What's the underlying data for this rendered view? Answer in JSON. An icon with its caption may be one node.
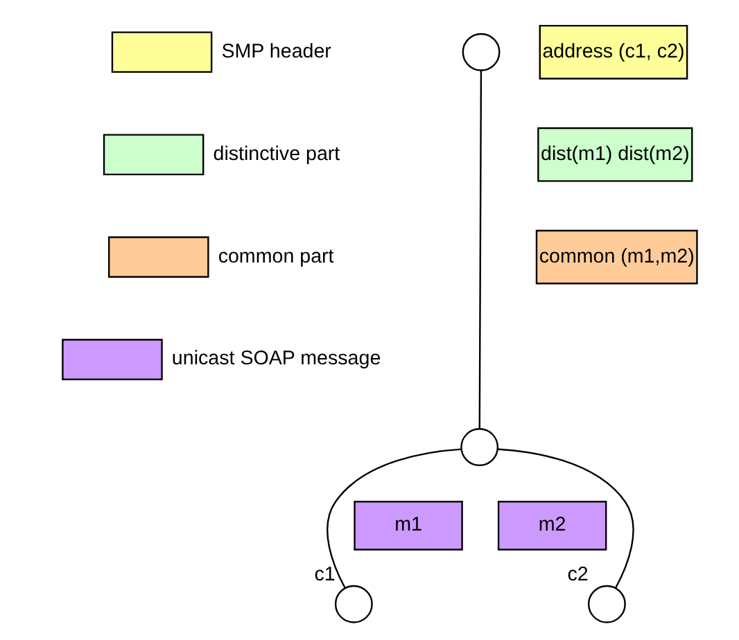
{
  "diagram": {
    "nodes": [
      {
        "text": [],
        "shape": "circle"
      },
      {
        "text": [],
        "shape": "circle"
      },
      {
        "text": [],
        "shape": "circle",
        "beside": [
          "c1"
        ]
      },
      {
        "text": [],
        "shape": "circle",
        "beside": [
          "c2"
        ]
      },
      {
        "text": [
          "address (c1, c2)"
        ]
      },
      {
        "text": [
          "dist(m1) dist(m2)"
        ]
      },
      {
        "text": [
          "common (m1,m2)"
        ]
      },
      {
        "text": [
          "m1"
        ]
      },
      {
        "text": [
          "m2"
        ]
      }
    ],
    "edges": [
      {
        "from": 0,
        "to": 1,
        "arrow": "none"
      },
      {
        "from": 1,
        "to": 2,
        "arrow": "none"
      },
      {
        "from": 1,
        "to": 3,
        "arrow": "none"
      }
    ],
    "legend": [
      {
        "text": "SMP header",
        "color": "#ffff99"
      },
      {
        "text": "distinctive part",
        "color": "#ccffcc"
      },
      {
        "text": "common part",
        "color": "#ffcc99"
      },
      {
        "text": "unicast SOAP message",
        "color": "#cc99ff"
      }
    ]
  }
}
